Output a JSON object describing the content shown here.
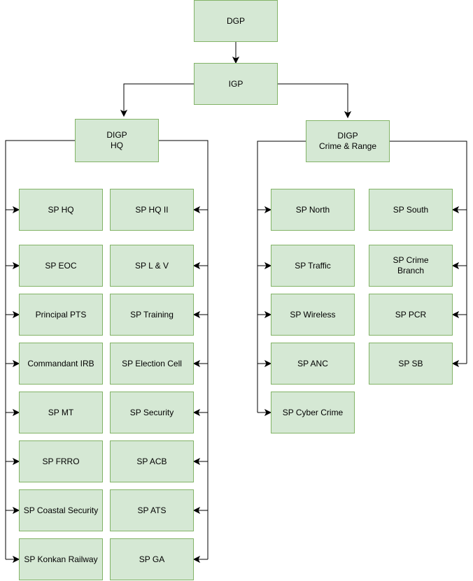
{
  "colors": {
    "node_fill": "#d5e8d4",
    "node_border": "#82b366",
    "line": "#000000"
  },
  "nodes": {
    "dgp": "DGP",
    "igp": "IGP",
    "digp_hq": "DIGP\nHQ",
    "digp_cr": "DIGP\nCrime & Range",
    "hq_left": [
      "SP HQ",
      "SP EOC",
      "Principal PTS",
      "Commandant IRB",
      "SP MT",
      "SP FRRO",
      "SP Coastal Security",
      "SP Konkan Railway"
    ],
    "hq_right": [
      "SP HQ II",
      "SP L & V",
      "SP Training",
      "SP Election Cell",
      "SP Security",
      "SP ACB",
      "SP ATS",
      "SP GA"
    ],
    "cr_left": [
      "SP North",
      "SP Traffic",
      "SP Wireless",
      "SP ANC",
      "SP Cyber Crime"
    ],
    "cr_right": [
      "SP South",
      "SP Crime\nBranch",
      "SP PCR",
      "SP SB"
    ]
  }
}
